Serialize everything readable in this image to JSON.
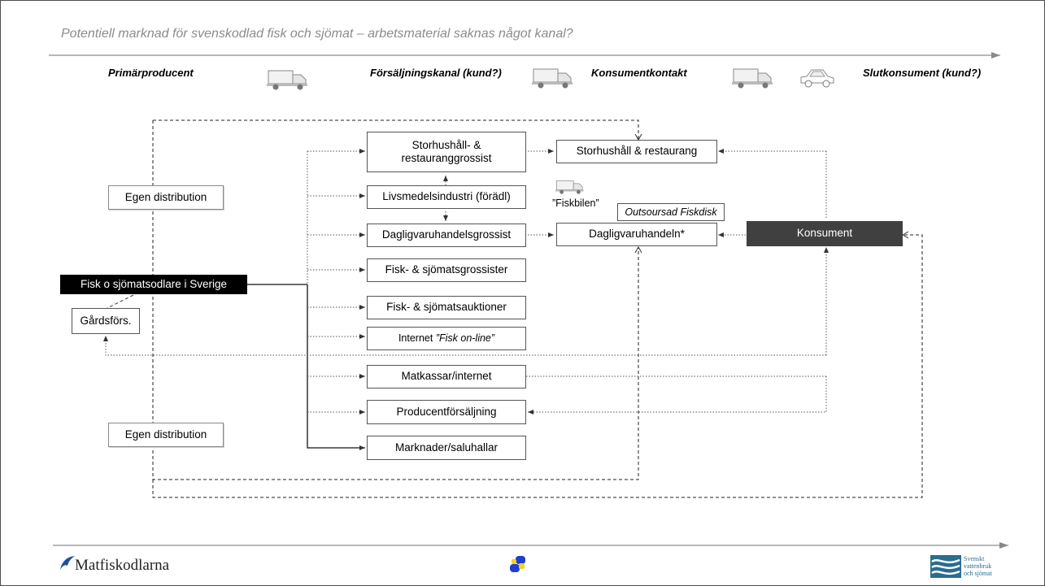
{
  "title": "Potentiell marknad för svenskodlad fisk och sjömat – arbetsmaterial saknas något kanal?",
  "columns": {
    "primary": "Primärproducent",
    "channel": "Försäljningskanal (kund?)",
    "contact": "Konsumentkontakt",
    "end": "Slutkonsument (kund?)"
  },
  "nodes": {
    "producer": "Fisk o sjömatsodlare i Sverige",
    "farm_sales": "Gårdsförs.",
    "own_dist_top": "Egen distribution",
    "own_dist_bottom": "Egen distribution",
    "wholesale_food": "Storhushåll- & restauranggrossist",
    "food_industry": "Livsmedelsindustri (förädl)",
    "grocery_wholesale": "Dagligvaruhandelsgrossist",
    "fish_wholesale": "Fisk- & sjömatsgrossister",
    "fish_auction": "Fisk- & sjömatsauktioner",
    "internet_prefix": "Internet ",
    "internet_italic": "”Fisk on-line”",
    "food_boxes": "Matkassar/internet",
    "producer_sales": "Producentförsäljning",
    "markets": "Marknader/saluhallar",
    "catering": "Storhushåll & restaurang",
    "grocery": "Dagligvaruhandeln*",
    "outsourced": "Outsoursad Fiskdisk",
    "fish_van": "”Fiskbilen”",
    "consumer": "Konsument"
  },
  "footer": {
    "brand": "Matfiskodlarna",
    "brand2": "Svenskt\nvattenbruk\noch sjömat"
  },
  "icons": [
    "truck-icon",
    "car-icon",
    "bird-logo-icon",
    "puzzle-logo-icon",
    "wave-logo-icon"
  ]
}
